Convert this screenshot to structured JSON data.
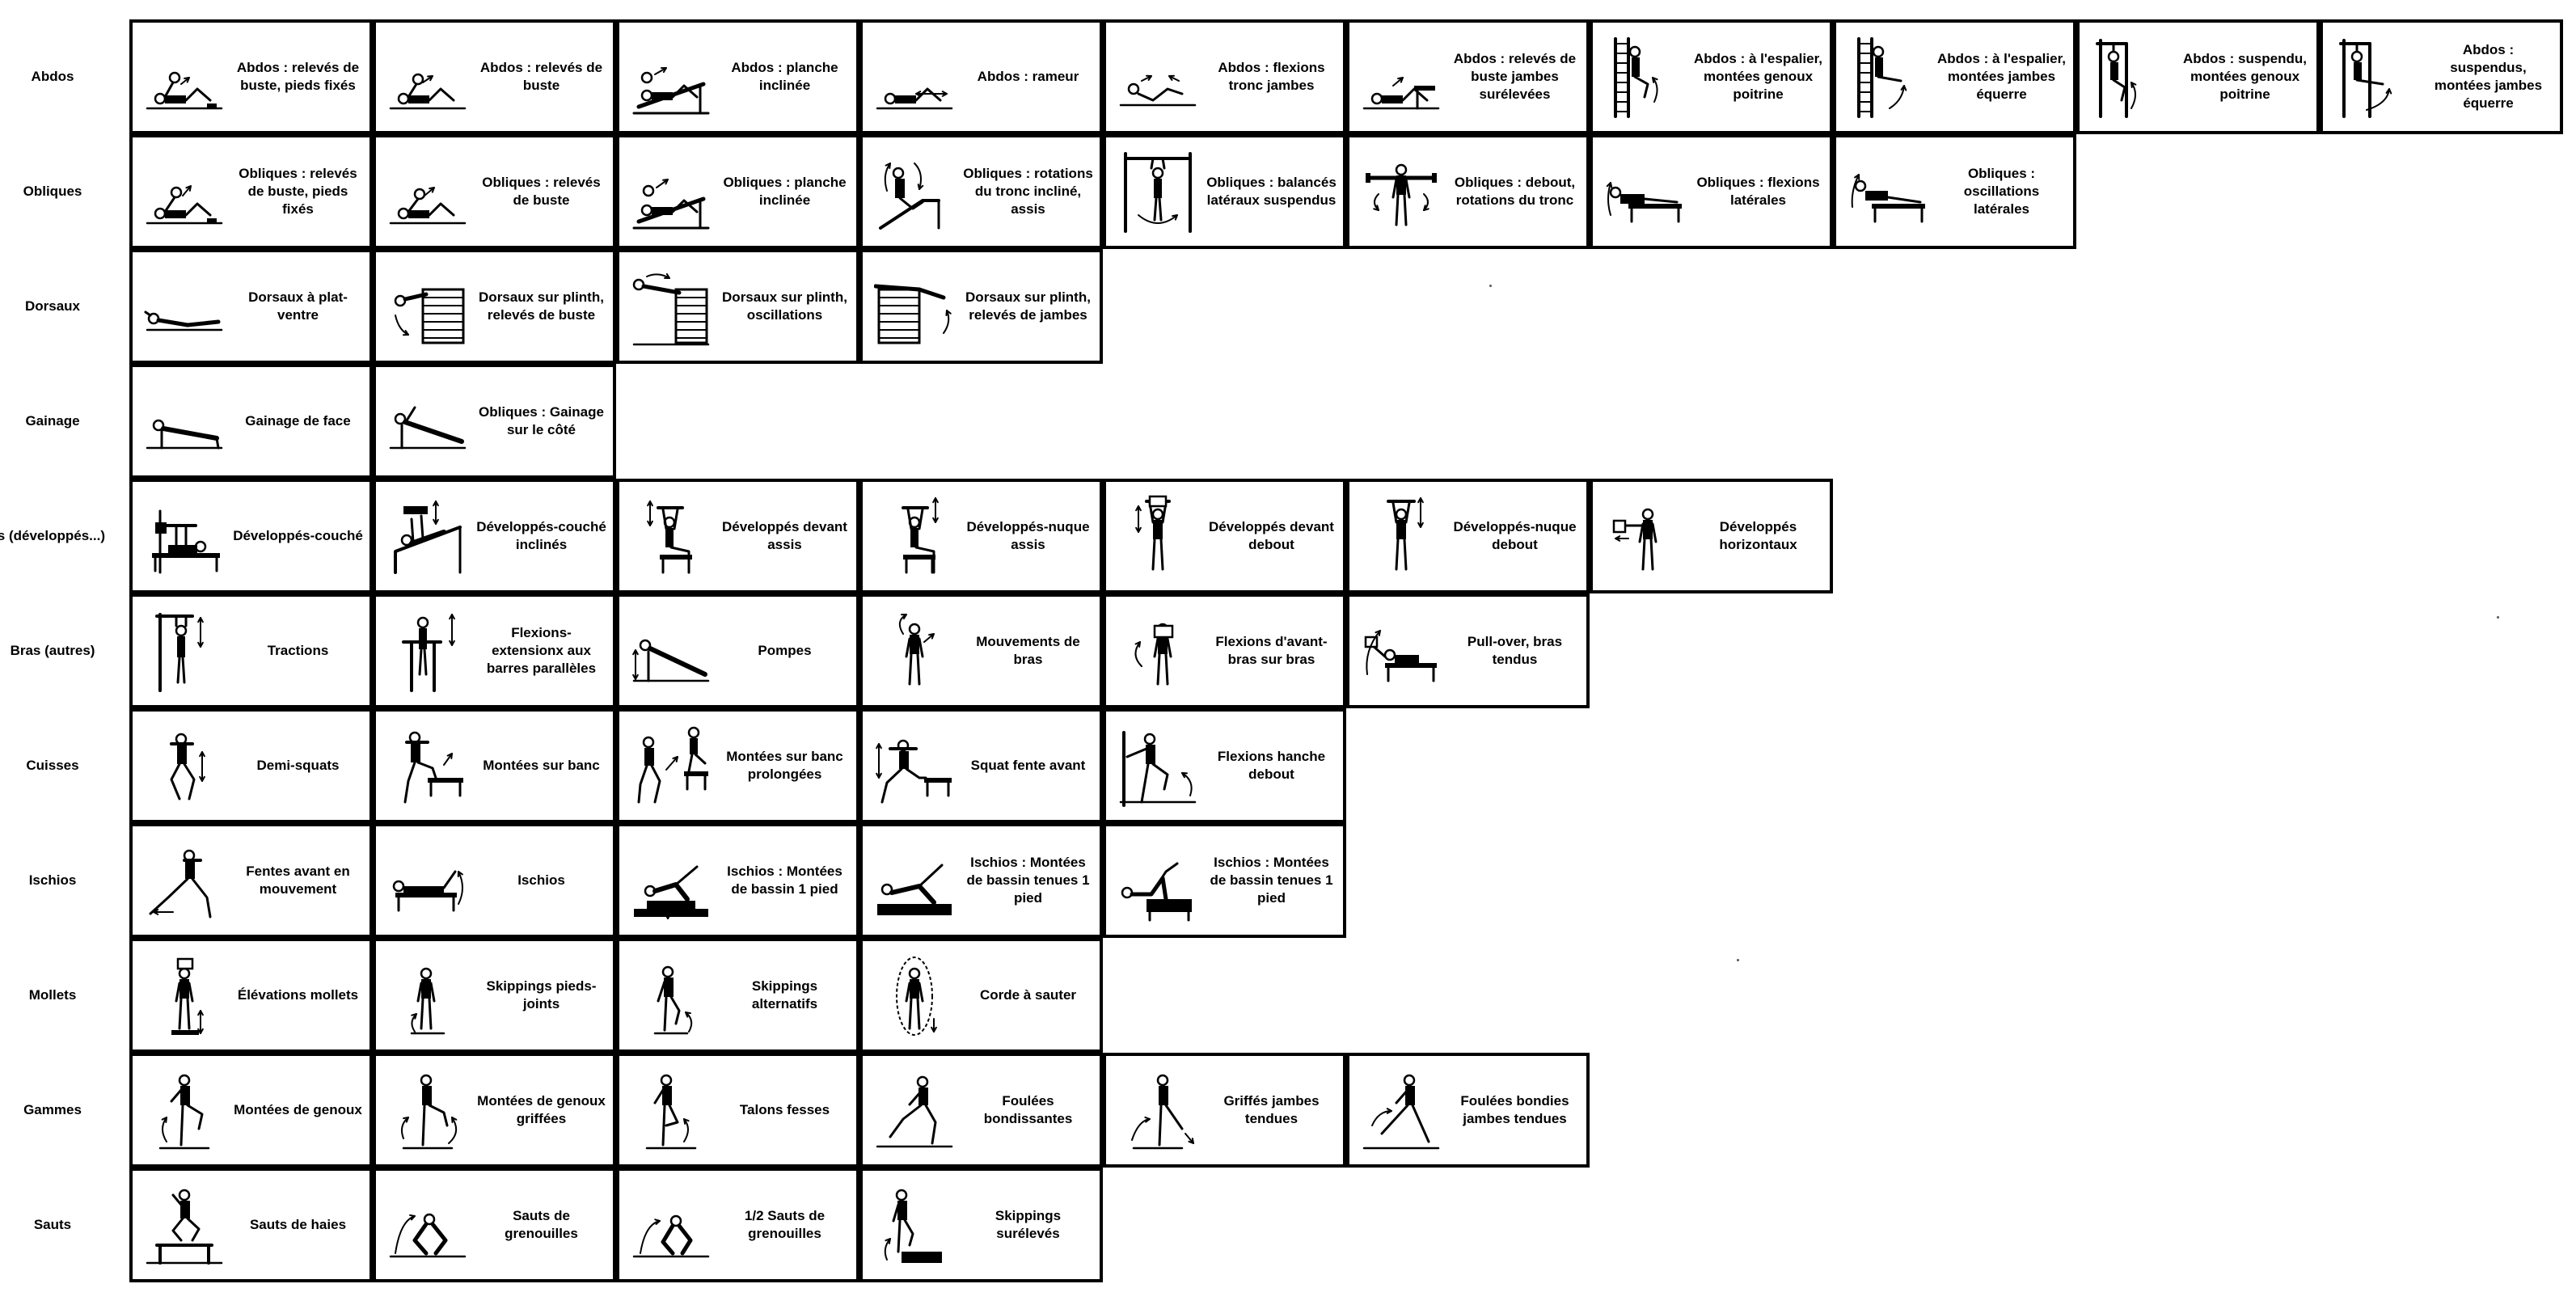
{
  "rows": [
    {
      "label": "Abdos",
      "exercises": [
        {
          "label": "Abdos : relevés de buste, pieds fixés",
          "icon": "crunch-feet-fixed-icon"
        },
        {
          "label": "Abdos : relevés de buste",
          "icon": "crunch-icon"
        },
        {
          "label": "Abdos : planche inclinée",
          "icon": "incline-board-icon"
        },
        {
          "label": "Abdos : rameur",
          "icon": "rower-icon"
        },
        {
          "label": "Abdos : flexions tronc jambes",
          "icon": "trunk-leg-flexion-icon"
        },
        {
          "label": "Abdos : relevés de buste jambes surélevées",
          "icon": "crunch-raised-legs-icon"
        },
        {
          "label": "Abdos : à l'espalier, montées genoux poitrine",
          "icon": "wall-bars-knee-raise-icon"
        },
        {
          "label": "Abdos : à l'espalier, montées jambes équerre",
          "icon": "wall-bars-leg-raise-icon"
        },
        {
          "label": "Abdos : suspendu, montées genoux poitrine",
          "icon": "hanging-knee-raise-icon"
        },
        {
          "label": "Abdos : suspendus, montées jambes équerre",
          "icon": "hanging-leg-raise-icon"
        }
      ]
    },
    {
      "label": "Obliques",
      "exercises": [
        {
          "label": "Obliques : relevés de buste, pieds fixés",
          "icon": "oblique-crunch-feet-fixed-icon"
        },
        {
          "label": "Obliques : relevés de buste",
          "icon": "oblique-crunch-icon"
        },
        {
          "label": "Obliques : planche inclinée",
          "icon": "oblique-incline-board-icon"
        },
        {
          "label": "Obliques : rotations du tronc incliné, assis",
          "icon": "seated-trunk-rotation-icon"
        },
        {
          "label": "Obliques : balancés latéraux suspendus",
          "icon": "hanging-side-swing-icon"
        },
        {
          "label": "Obliques : debout, rotations du tronc",
          "icon": "standing-trunk-rotation-icon"
        },
        {
          "label": "Obliques : flexions latérales",
          "icon": "side-bend-bench-icon"
        },
        {
          "label": "Obliques : oscillations latérales",
          "icon": "side-oscillation-bench-icon"
        }
      ]
    },
    {
      "label": "Dorsaux",
      "exercises": [
        {
          "label": "Dorsaux à plat-ventre",
          "icon": "prone-back-extension-icon"
        },
        {
          "label": "Dorsaux sur plinth, relevés de buste",
          "icon": "plinth-trunk-raise-icon"
        },
        {
          "label": "Dorsaux sur plinth, oscillations",
          "icon": "plinth-oscillation-icon"
        },
        {
          "label": "Dorsaux sur plinth, relevés de jambes",
          "icon": "plinth-leg-raise-icon"
        }
      ]
    },
    {
      "label": "Gainage",
      "exercises": [
        {
          "label": "Gainage de face",
          "icon": "front-plank-icon"
        },
        {
          "label": "Obliques : Gainage sur le côté",
          "icon": "side-plank-icon"
        }
      ]
    },
    {
      "label": "Bras (développés...)",
      "exercises": [
        {
          "label": "Développés-couché",
          "icon": "bench-press-icon"
        },
        {
          "label": "Développés-couché inclinés",
          "icon": "incline-bench-press-icon"
        },
        {
          "label": "Développés devant assis",
          "icon": "seated-front-press-icon"
        },
        {
          "label": "Développés-nuque assis",
          "icon": "seated-neck-press-icon"
        },
        {
          "label": "Développés devant debout",
          "icon": "standing-front-press-icon"
        },
        {
          "label": "Développés-nuque debout",
          "icon": "standing-neck-press-icon"
        },
        {
          "label": "Développés horizontaux",
          "icon": "horizontal-press-icon"
        }
      ]
    },
    {
      "label": "Bras (autres)",
      "exercises": [
        {
          "label": "Tractions",
          "icon": "pull-up-icon"
        },
        {
          "label": "Flexions-extensionx aux barres parallèles",
          "icon": "parallel-bars-dip-icon"
        },
        {
          "label": "Pompes",
          "icon": "push-up-icon"
        },
        {
          "label": "Mouvements de bras",
          "icon": "arm-movement-icon"
        },
        {
          "label": "Flexions d'avant-bras sur bras",
          "icon": "biceps-curl-icon"
        },
        {
          "label": "Pull-over, bras tendus",
          "icon": "pull-over-icon"
        }
      ]
    },
    {
      "label": "Cuisses",
      "exercises": [
        {
          "label": "Demi-squats",
          "icon": "half-squat-icon"
        },
        {
          "label": "Montées sur banc",
          "icon": "step-up-icon"
        },
        {
          "label": "Montées sur banc prolongées",
          "icon": "extended-step-up-icon"
        },
        {
          "label": "Squat fente avant",
          "icon": "lunge-squat-icon"
        },
        {
          "label": "Flexions hanche debout",
          "icon": "standing-hip-flexion-icon"
        }
      ]
    },
    {
      "label": "Ischios",
      "exercises": [
        {
          "label": "Fentes avant en mouvement",
          "icon": "walking-lunge-icon"
        },
        {
          "label": "Ischios",
          "icon": "hamstring-curl-icon"
        },
        {
          "label": "Ischios : Montées de bassin 1 pied",
          "icon": "single-leg-hip-raise-icon"
        },
        {
          "label": "Ischios : Montées de bassin tenues 1 pied",
          "icon": "held-hip-raise-icon"
        },
        {
          "label": "Ischios : Montées de bassin tenues 1 pied",
          "icon": "held-hip-raise-bench-icon"
        }
      ]
    },
    {
      "label": "Mollets",
      "exercises": [
        {
          "label": "Élévations mollets",
          "icon": "calf-raise-icon"
        },
        {
          "label": "Skippings pieds-joints",
          "icon": "feet-together-skipping-icon"
        },
        {
          "label": "Skippings alternatifs",
          "icon": "alternate-skipping-icon"
        },
        {
          "label": "Corde à sauter",
          "icon": "jump-rope-icon"
        }
      ]
    },
    {
      "label": "Gammes",
      "exercises": [
        {
          "label": "Montées de genoux",
          "icon": "knee-raise-drill-icon"
        },
        {
          "label": "Montées de genoux griffées",
          "icon": "clawed-knee-raise-icon"
        },
        {
          "label": "Talons fesses",
          "icon": "butt-kick-icon"
        },
        {
          "label": "Foulées bondissantes",
          "icon": "bounding-stride-icon"
        },
        {
          "label": "Griffés jambes tendues",
          "icon": "straight-leg-claw-icon"
        },
        {
          "label": "Foulées bondies jambes tendues",
          "icon": "straight-leg-bound-icon"
        }
      ]
    },
    {
      "label": "Sauts",
      "exercises": [
        {
          "label": "Sauts de haies",
          "icon": "hurdle-jump-icon"
        },
        {
          "label": "Sauts de grenouilles",
          "icon": "frog-jump-icon"
        },
        {
          "label": "1/2 Sauts de grenouilles",
          "icon": "half-frog-jump-icon"
        },
        {
          "label": "Skippings surélevés",
          "icon": "raised-skipping-icon"
        }
      ]
    }
  ]
}
